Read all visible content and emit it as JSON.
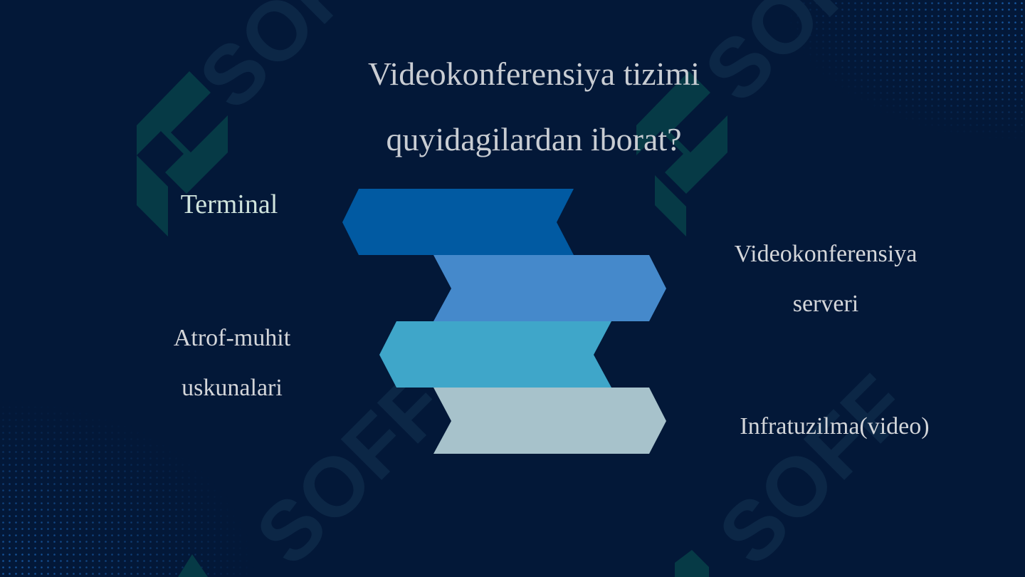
{
  "slide": {
    "title_line1": "Videokonferensiya tizimi",
    "title_line2": "quyidagilardan iborat?",
    "watermark_text": "SOFF"
  },
  "items": [
    {
      "label": "Terminal",
      "color": "#015aa2"
    },
    {
      "label_line1": "Videokonferensiya",
      "label_line2": "serveri",
      "color": "#4589cb"
    },
    {
      "label_line1": "Atrof-muhit",
      "label_line2": "uskunalari",
      "color": "#3fa6c9"
    },
    {
      "label": "Infratuzilma(video)",
      "color": "#a7c2cb"
    }
  ],
  "colors": {
    "background": "#031838",
    "watermark_shape": "#063a46",
    "watermark_text": "#0c2746",
    "dots": "#1f6fc7",
    "title": "#c9cdd3"
  }
}
